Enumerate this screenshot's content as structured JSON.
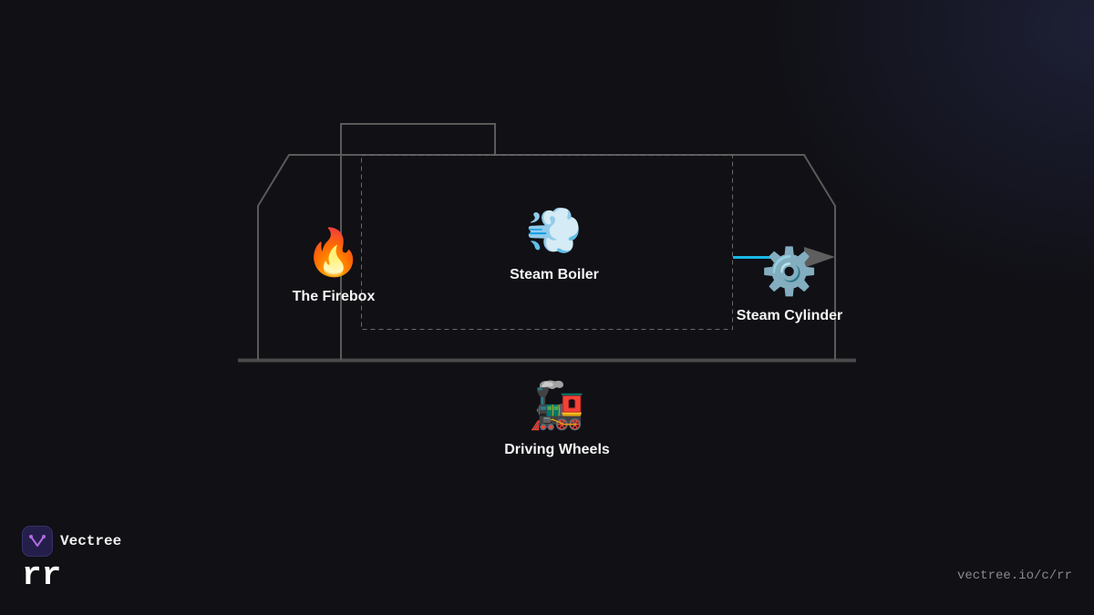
{
  "diagram": {
    "nodes": [
      {
        "id": "firebox",
        "icon": "fire-icon",
        "emoji": "🔥",
        "label": "The Firebox"
      },
      {
        "id": "boiler",
        "icon": "steam-icon",
        "emoji": "💨",
        "label": "Steam Boiler"
      },
      {
        "id": "cylinder",
        "icon": "gear-icon",
        "emoji": "⚙️",
        "label": "Steam Cylinder"
      },
      {
        "id": "wheels",
        "icon": "locomotive-icon",
        "emoji": "🚂",
        "label": "Driving Wheels"
      }
    ],
    "colors": {
      "outline": "#5a5a5a",
      "dashed": "#6a6a6a",
      "rail": "#4a4a4a",
      "piston_rod": "#19b8e6",
      "arrow": "#5e5e5e"
    }
  },
  "footer": {
    "brand_name": "Vectree",
    "handle": "rr",
    "url": "vectree.io/c/rr"
  },
  "colors": {
    "background": "#101015",
    "logo_bg": "#241f4a",
    "logo_accent": "#b06ae0"
  }
}
